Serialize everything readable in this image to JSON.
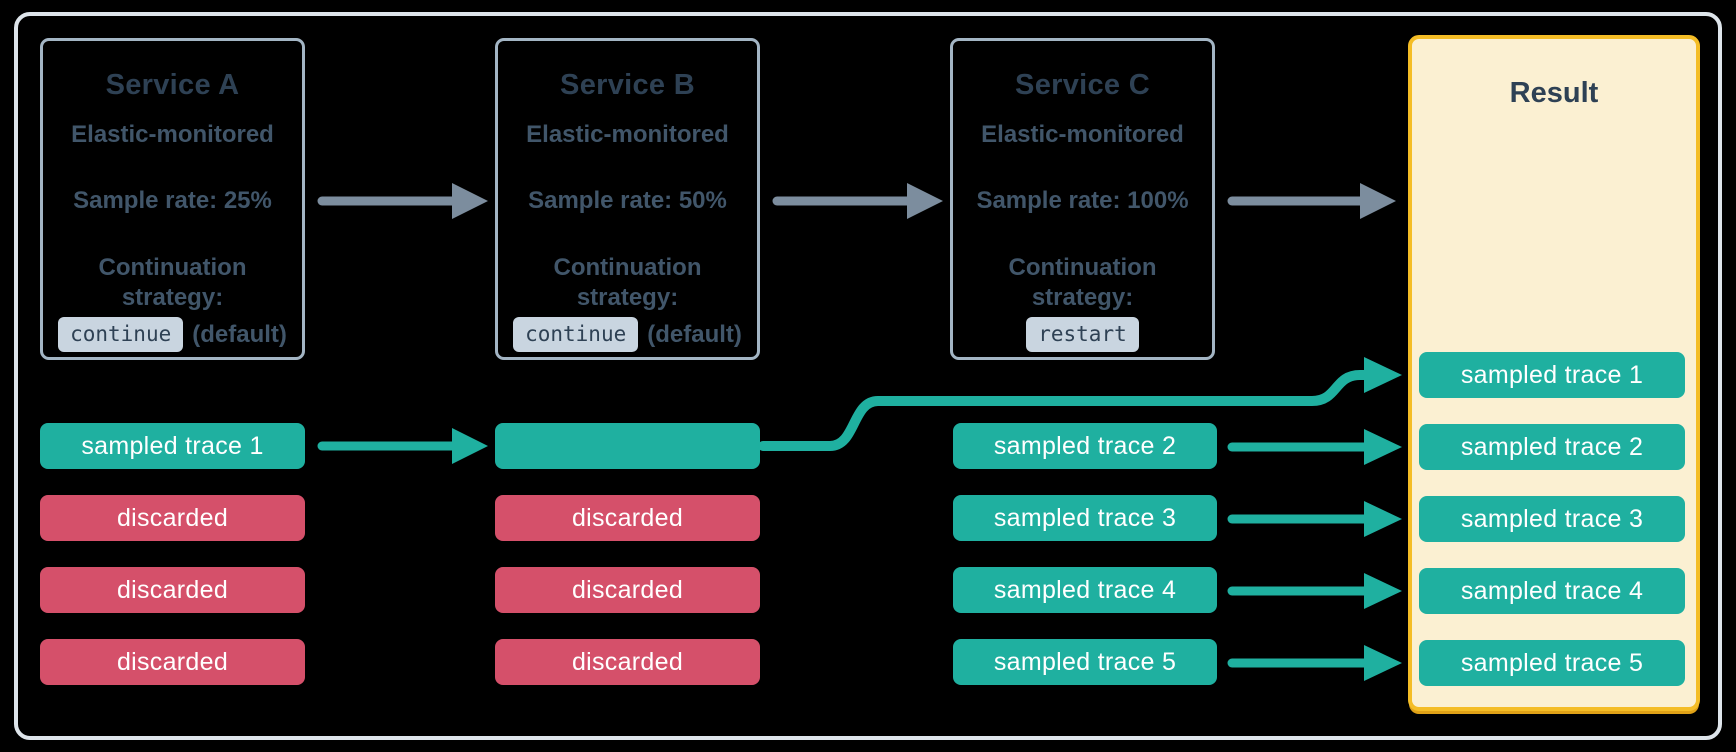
{
  "colors": {
    "background": "#000000",
    "teal_sampled": "#1fb0a0",
    "red_discarded": "#d5506a",
    "slate_title": "#2e4154",
    "body_text": "#41566a",
    "service_box_border": "#a3b5c4",
    "outer_frame_border": "#dee5eb",
    "gray_arrow": "#7c8d9e",
    "code_badge_bg": "#c9d5e0",
    "result_bg": "#fbf0d2",
    "result_border": "#f4bd26"
  },
  "services": [
    {
      "name": "Service A",
      "monitored": "Elastic-monitored",
      "sample_rate": "Sample rate: 25%",
      "strategy_label": "Continuation strategy:",
      "strategy_value": "continue",
      "strategy_suffix": "(default)"
    },
    {
      "name": "Service B",
      "monitored": "Elastic-monitored",
      "sample_rate": "Sample rate: 50%",
      "strategy_label": "Continuation strategy:",
      "strategy_value": "continue",
      "strategy_suffix": "(default)"
    },
    {
      "name": "Service C",
      "monitored": "Elastic-monitored",
      "sample_rate": "Sample rate: 100%",
      "strategy_label": "Continuation strategy:",
      "strategy_value": "restart",
      "strategy_suffix": ""
    }
  ],
  "lanes": {
    "a": [
      {
        "label": "sampled trace 1",
        "type": "sampled"
      },
      {
        "label": "discarded",
        "type": "discarded"
      },
      {
        "label": "discarded",
        "type": "discarded"
      },
      {
        "label": "discarded",
        "type": "discarded"
      }
    ],
    "b": [
      {
        "label": "",
        "type": "sampled"
      },
      {
        "label": "discarded",
        "type": "discarded"
      },
      {
        "label": "discarded",
        "type": "discarded"
      },
      {
        "label": "discarded",
        "type": "discarded"
      }
    ],
    "c": [
      {
        "label": "sampled trace 2",
        "type": "sampled"
      },
      {
        "label": "sampled trace 3",
        "type": "sampled"
      },
      {
        "label": "sampled trace 4",
        "type": "sampled"
      },
      {
        "label": "sampled trace 5",
        "type": "sampled"
      }
    ]
  },
  "result": {
    "title": "Result",
    "traces": [
      "sampled trace 1",
      "sampled trace 2",
      "sampled trace 3",
      "sampled trace 4",
      "sampled trace 5"
    ]
  }
}
